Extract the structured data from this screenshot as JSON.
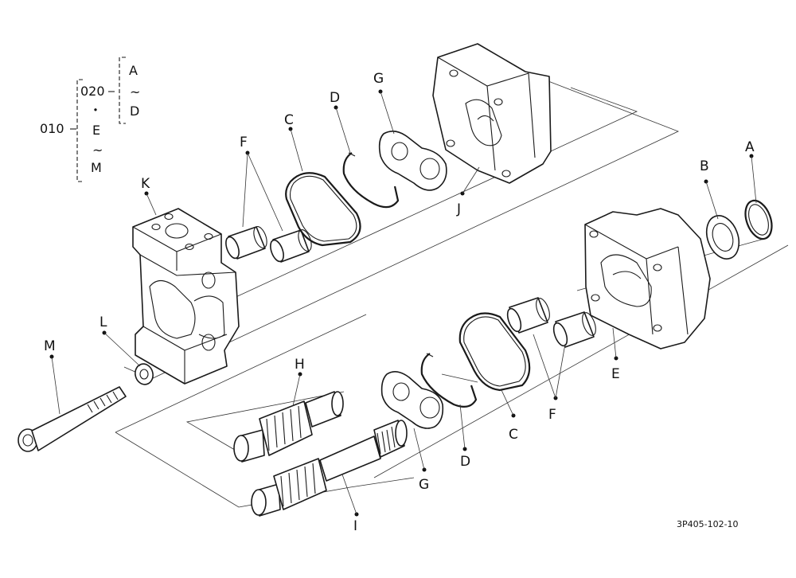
{
  "tree": {
    "root": "010",
    "child": "020",
    "child_range_start": "A",
    "child_range_sep": "~",
    "child_range_end": "D",
    "dot": "・",
    "range_start": "E",
    "range_sep": "~",
    "range_end": "M"
  },
  "labels": {
    "A": "A",
    "B": "B",
    "C_top": "C",
    "C_bottom": "C",
    "D_top": "D",
    "D_bottom": "D",
    "E": "E",
    "F_top": "F",
    "F_bottom": "F",
    "G_top": "G",
    "G_bottom": "G",
    "H": "H",
    "I": "I",
    "J": "J",
    "K": "K",
    "L": "L",
    "M": "M"
  },
  "drawing_code": "3P405-102-10"
}
